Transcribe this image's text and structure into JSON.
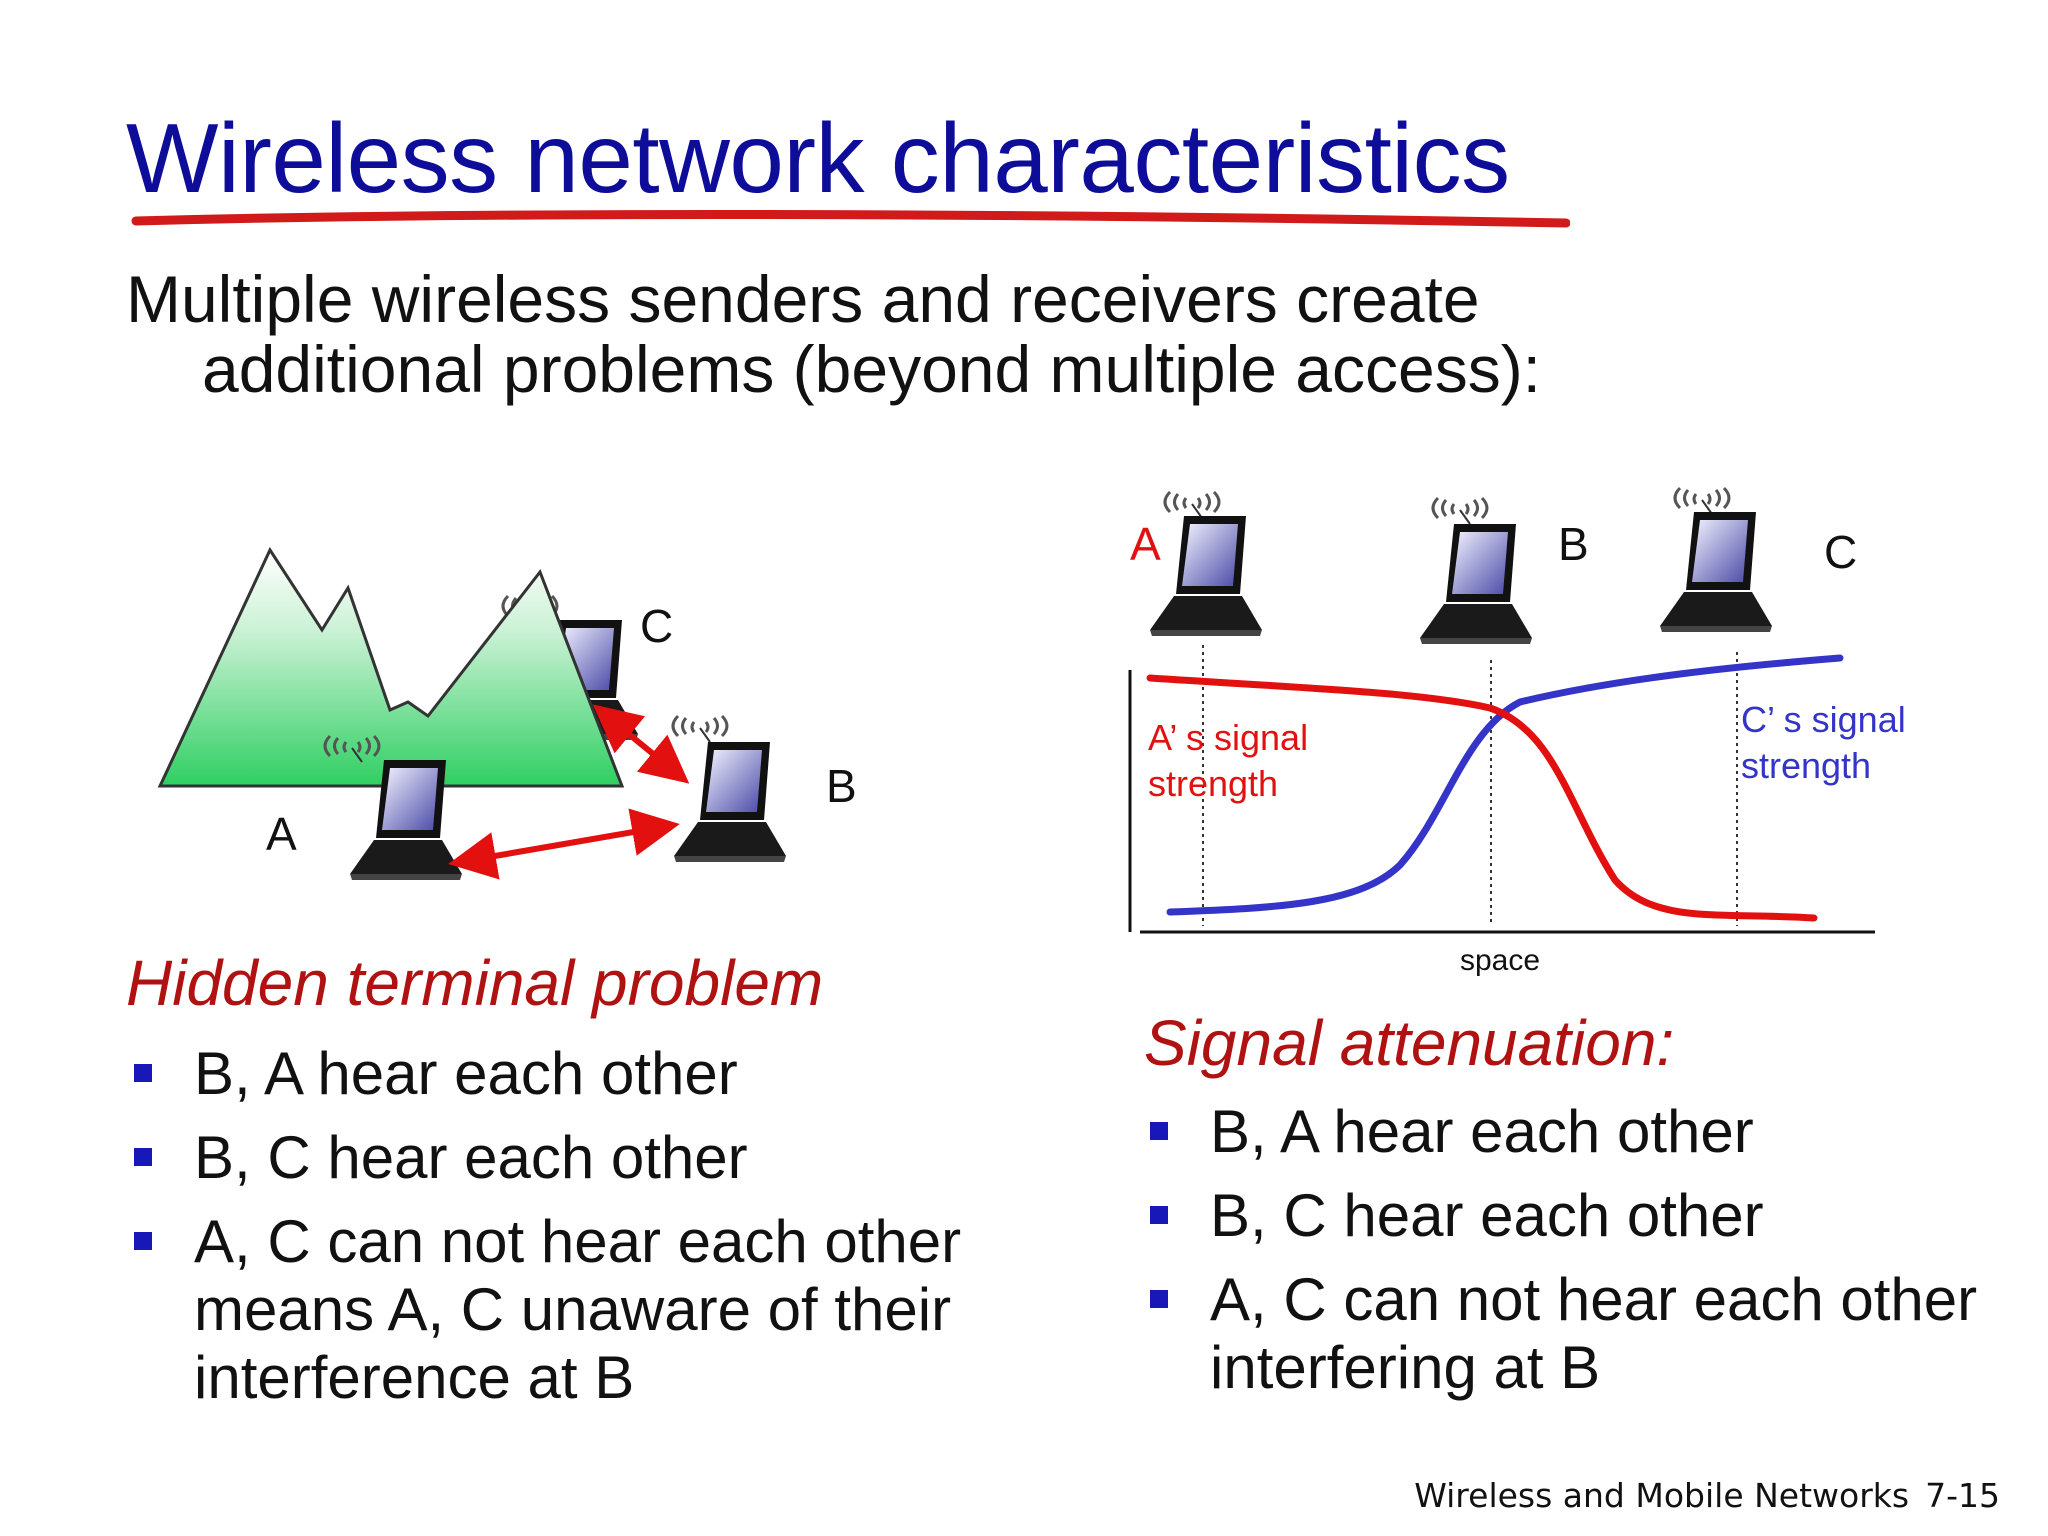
{
  "slide": {
    "title": "Wireless network characteristics",
    "intro_line1": "Multiple wireless senders and receivers create",
    "intro_line2": "additional problems (beyond multiple access):"
  },
  "hidden_terminal": {
    "figure_labels": {
      "a": "A",
      "b": "B",
      "c": "C"
    },
    "heading": "Hidden terminal problem",
    "bullets": [
      "B, A hear each other",
      "B, C hear each other",
      "A, C can not hear each other means A, C unaware of their interference at B"
    ]
  },
  "signal_attenuation": {
    "figure_labels": {
      "a": "A",
      "b": "B",
      "c": "C",
      "a_signal_line1": "A’ s signal",
      "a_signal_line2": "strength",
      "c_signal_line1": "C’ s signal",
      "c_signal_line2": "strength",
      "x_axis": "space"
    },
    "heading": "Signal attenuation:",
    "bullets": [
      "B, A hear each other",
      "B, C hear each other",
      "A, C can not hear each other interfering at B"
    ]
  },
  "footer": {
    "chapter": "Wireless and Mobile Networks",
    "page": "7-15"
  },
  "colors": {
    "title": "#0d0d9a",
    "accent_red": "#e31010",
    "heading_red": "#b01212",
    "curve_blue": "#3434c8",
    "bullet_blue": "#1818b8",
    "mountain_green": "#2fcf62"
  }
}
